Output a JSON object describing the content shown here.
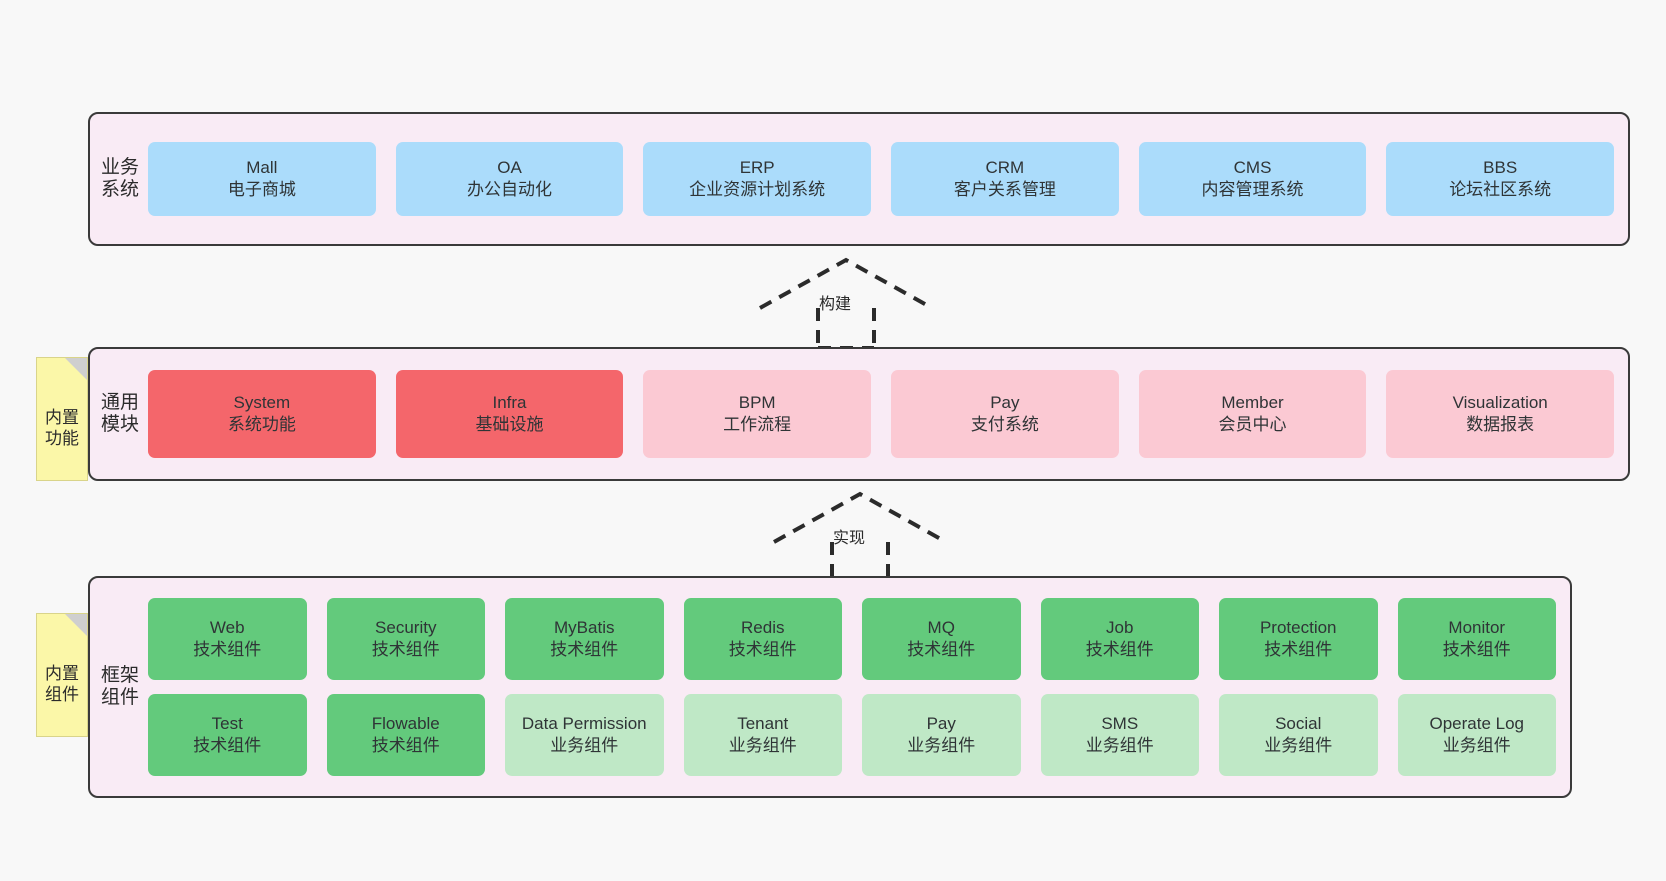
{
  "diagram": {
    "background_color": "#f8f8f8",
    "band_background": "#f9ebf5",
    "band_border": "#3a3a3a"
  },
  "bands": [
    {
      "id": "business",
      "label": "业务系统",
      "rows": [
        {
          "cards": [
            {
              "t1": "Mall",
              "t2": "电子商城",
              "color": "#abdcfb",
              "tone": "c-blue"
            },
            {
              "t1": "OA",
              "t2": "办公自动化",
              "color": "#abdcfb",
              "tone": "c-blue"
            },
            {
              "t1": "ERP",
              "t2": "企业资源计划系统",
              "color": "#abdcfb",
              "tone": "c-blue"
            },
            {
              "t1": "CRM",
              "t2": "客户关系管理",
              "color": "#abdcfb",
              "tone": "c-blue"
            },
            {
              "t1": "CMS",
              "t2": "内容管理系统",
              "color": "#abdcfb",
              "tone": "c-blue"
            },
            {
              "t1": "BBS",
              "t2": "论坛社区系统",
              "color": "#abdcfb",
              "tone": "c-blue"
            }
          ]
        }
      ]
    },
    {
      "id": "modules",
      "label": "通用模块",
      "sticky": "内置功能",
      "rows": [
        {
          "cards": [
            {
              "t1": "System",
              "t2": "系统功能",
              "color": "#f4666b",
              "tone": "c-red"
            },
            {
              "t1": "Infra",
              "t2": "基础设施",
              "color": "#f4666b",
              "tone": "c-red"
            },
            {
              "t1": "BPM",
              "t2": "工作流程",
              "color": "#fbc9d3",
              "tone": "c-pink"
            },
            {
              "t1": "Pay",
              "t2": "支付系统",
              "color": "#fbc9d3",
              "tone": "c-pink"
            },
            {
              "t1": "Member",
              "t2": "会员中心",
              "color": "#fbc9d3",
              "tone": "c-pink"
            },
            {
              "t1": "Visualization",
              "t2": "数据报表",
              "color": "#fbc9d3",
              "tone": "c-pink"
            }
          ]
        }
      ]
    },
    {
      "id": "framework",
      "label": "框架组件",
      "sticky": "内置组件",
      "rows": [
        {
          "cards": [
            {
              "t1": "Web",
              "t2": "技术组件",
              "color": "#63ca7c",
              "tone": "c-green"
            },
            {
              "t1": "Security",
              "t2": "技术组件",
              "color": "#63ca7c",
              "tone": "c-green"
            },
            {
              "t1": "MyBatis",
              "t2": "技术组件",
              "color": "#63ca7c",
              "tone": "c-green"
            },
            {
              "t1": "Redis",
              "t2": "技术组件",
              "color": "#63ca7c",
              "tone": "c-green"
            },
            {
              "t1": "MQ",
              "t2": "技术组件",
              "color": "#63ca7c",
              "tone": "c-green"
            },
            {
              "t1": "Job",
              "t2": "技术组件",
              "color": "#63ca7c",
              "tone": "c-green"
            },
            {
              "t1": "Protection",
              "t2": "技术组件",
              "color": "#63ca7c",
              "tone": "c-green"
            },
            {
              "t1": "Monitor",
              "t2": "技术组件",
              "color": "#63ca7c",
              "tone": "c-green"
            }
          ]
        },
        {
          "cards": [
            {
              "t1": "Test",
              "t2": "技术组件",
              "color": "#63ca7c",
              "tone": "c-green"
            },
            {
              "t1": "Flowable",
              "t2": "技术组件",
              "color": "#63ca7c",
              "tone": "c-green"
            },
            {
              "t1": "Data Permission",
              "t2": "业务组件",
              "color": "#bfe8c6",
              "tone": "c-greenlite"
            },
            {
              "t1": "Tenant",
              "t2": "业务组件",
              "color": "#bfe8c6",
              "tone": "c-greenlite"
            },
            {
              "t1": "Pay",
              "t2": "业务组件",
              "color": "#bfe8c6",
              "tone": "c-greenlite"
            },
            {
              "t1": "SMS",
              "t2": "业务组件",
              "color": "#bfe8c6",
              "tone": "c-greenlite"
            },
            {
              "t1": "Social",
              "t2": "业务组件",
              "color": "#bfe8c6",
              "tone": "c-greenlite"
            },
            {
              "t1": "Operate Log",
              "t2": "业务组件",
              "color": "#bfe8c6",
              "tone": "c-greenlite"
            }
          ]
        }
      ]
    }
  ],
  "connectors": [
    {
      "id": "build",
      "label": "构建",
      "from": "modules",
      "to": "business"
    },
    {
      "id": "impl",
      "label": "实现",
      "from": "framework",
      "to": "modules"
    }
  ]
}
